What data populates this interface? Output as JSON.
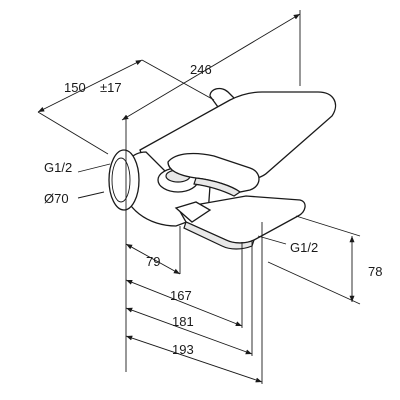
{
  "diagram": {
    "subject": "wall-mounted bath mixer, technical dimension drawing",
    "units": "mm",
    "colors": {
      "line": "#1a1a1a",
      "shade": "#e8e8e8",
      "background": "#ffffff"
    },
    "dimensions": {
      "overall_depth": "246",
      "wall_distance": "150",
      "wall_tolerance": "±17",
      "thread_top": "G1/2",
      "rosette_diameter": "Ø70",
      "thread_bottom": "G1/2",
      "dim_79": "79",
      "dim_167": "167",
      "dim_181": "181",
      "dim_193": "193",
      "height_78": "78"
    }
  }
}
